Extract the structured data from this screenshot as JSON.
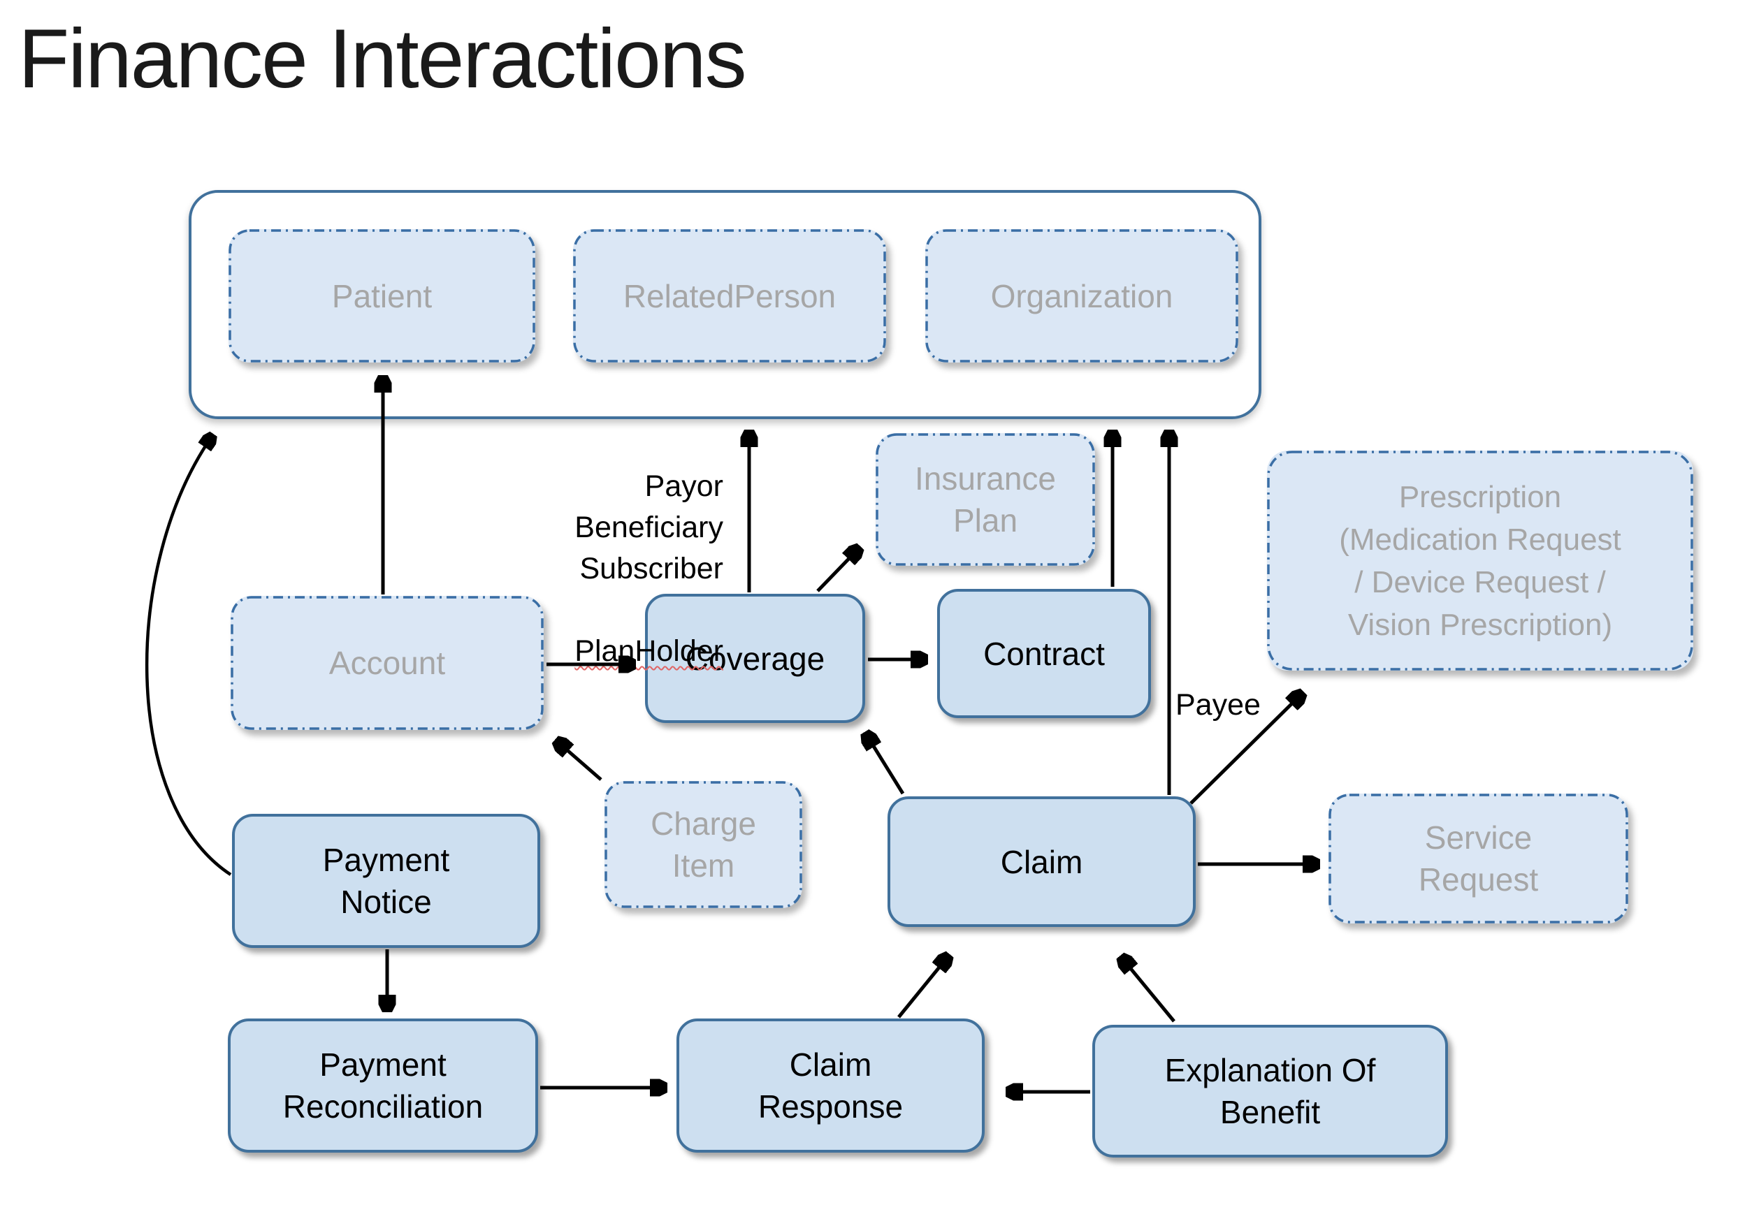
{
  "title": "Finance Interactions",
  "colors": {
    "solid_fill": "#cddff0",
    "solid_border": "#41719c",
    "dashed_fill": "#dbe7f5",
    "dashed_border": "#3a6ea5",
    "muted_text": "#a6a6a6",
    "arrow": "#000000",
    "spellcheck_underline": "#e06666"
  },
  "nodes": {
    "patient": {
      "label": "Patient",
      "style": "dashed"
    },
    "related_person": {
      "label": "RelatedPerson",
      "style": "dashed"
    },
    "organization": {
      "label": "Organization",
      "style": "dashed"
    },
    "insurance_plan": {
      "label": "Insurance\nPlan",
      "style": "dashed"
    },
    "prescription": {
      "label": "Prescription\n(Medication Request\n/ Device Request /\nVision Prescription)",
      "style": "dashed"
    },
    "account": {
      "label": "Account",
      "style": "dashed"
    },
    "coverage": {
      "label": "Coverage",
      "style": "solid"
    },
    "contract": {
      "label": "Contract",
      "style": "solid"
    },
    "charge_item": {
      "label": "Charge\nItem",
      "style": "dashed"
    },
    "claim": {
      "label": "Claim",
      "style": "solid"
    },
    "service_request": {
      "label": "Service\nRequest",
      "style": "dashed"
    },
    "payment_notice": {
      "label": "Payment\nNotice",
      "style": "solid"
    },
    "payment_reconciliation": {
      "label": "Payment\nReconciliation",
      "style": "solid"
    },
    "claim_response": {
      "label": "Claim\nResponse",
      "style": "solid"
    },
    "explanation_of_benefit": {
      "label": "Explanation Of\nBenefit",
      "style": "solid"
    }
  },
  "labels": {
    "coverage_relationships": "Payor\nBeneficiary\nSubscriber",
    "plan_holder": "PlanHolder",
    "payee": "Payee"
  },
  "edges": [
    {
      "from": "account",
      "to": "patient"
    },
    {
      "from": "coverage",
      "to": "party_container",
      "label": "Payor Beneficiary Subscriber PlanHolder"
    },
    {
      "from": "contract",
      "to": "party_container"
    },
    {
      "from": "claim",
      "to": "party_container"
    },
    {
      "from": "account",
      "to": "coverage"
    },
    {
      "from": "coverage",
      "to": "contract"
    },
    {
      "from": "coverage",
      "to": "insurance_plan"
    },
    {
      "from": "claim",
      "to": "coverage"
    },
    {
      "from": "charge_item",
      "to": "account"
    },
    {
      "from": "claim",
      "to": "party_container",
      "label": "Payee"
    },
    {
      "from": "claim",
      "to": "service_request"
    },
    {
      "from": "payment_notice",
      "to": "party_container",
      "shape": "curved"
    },
    {
      "from": "payment_notice",
      "to": "payment_reconciliation"
    },
    {
      "from": "payment_reconciliation",
      "to": "claim_response"
    },
    {
      "from": "claim_response",
      "to": "claim"
    },
    {
      "from": "explanation_of_benefit",
      "to": "claim"
    },
    {
      "from": "explanation_of_benefit",
      "to": "claim_response"
    }
  ]
}
